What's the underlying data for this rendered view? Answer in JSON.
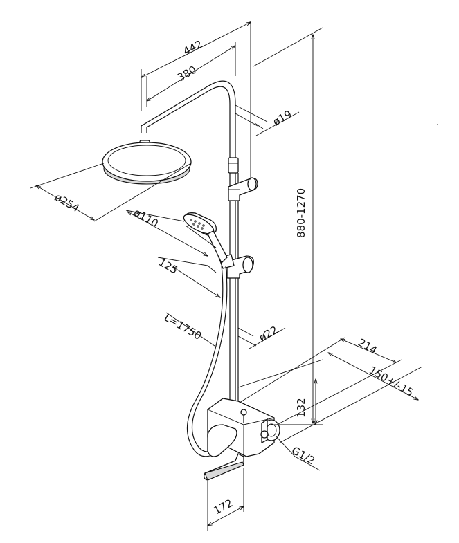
{
  "dimensions": {
    "width_442": "442",
    "width_380": "380",
    "dia_19": "ø19",
    "height_880_1270": "880-1270",
    "dia_254": "ø254",
    "dia_110": "ø110",
    "length_125": "125",
    "hose_length": "L=1750",
    "dia_22": "ø22",
    "depth_214": "214",
    "spacing_150": "150+/-15",
    "height_132": "132",
    "thread_g12": "G1/2",
    "spout_172": "172"
  },
  "colors": {
    "line": "#111111",
    "fill": "#ffffff",
    "shade": "#d9d9d9"
  }
}
